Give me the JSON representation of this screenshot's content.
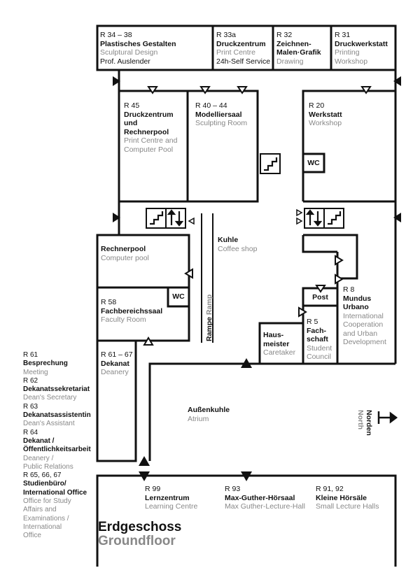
{
  "title": {
    "de": "Erdgeschoss",
    "en": "Groundfloor"
  },
  "north": {
    "de": "Norden",
    "en": "North"
  },
  "ramp": {
    "de": "Rampe",
    "en": "Ramp"
  },
  "wc": "WC",
  "post": "Post",
  "rooms": {
    "r3438": {
      "n": "R 34 – 38",
      "de": "Plastisches Gestalten",
      "en": "Sculptural Design",
      "ex": "Prof. Auslender"
    },
    "r33a": {
      "n": "R 33a",
      "de": "Druckzentrum",
      "en": "Print Centre",
      "ex": "24h-Self Service"
    },
    "r32": {
      "n": "R 32",
      "de1": "Zeichnen-",
      "de2": "Malen·Grafik",
      "en": "Drawing"
    },
    "r31": {
      "n": "R 31",
      "de": "Druckwerkstatt",
      "en1": "Printing",
      "en2": "Workshop"
    },
    "r45": {
      "n": "R 45",
      "de1": "Druckzentrum",
      "de2": "und",
      "de3": "Rechnerpool",
      "en1": "Print Centre and",
      "en2": "Computer Pool"
    },
    "r4044": {
      "n": "R 40 – 44",
      "de": "Modelliersaal",
      "en": "Sculpting Room"
    },
    "r20": {
      "n": "R 20",
      "de": "Werkstatt",
      "en": "Workshop"
    },
    "rechnerpool": {
      "de": "Rechnerpool",
      "en": "Computer pool"
    },
    "kuhle": {
      "de": "Kuhle",
      "en": "Coffee shop"
    },
    "r58": {
      "n": "R 58",
      "de": "Fachbereichssaal",
      "en": "Faculty Room"
    },
    "r6167": {
      "n": "R 61 – 67",
      "de": "Dekanat",
      "en": "Deanery"
    },
    "r8": {
      "n": "R 8",
      "de1": "Mundus",
      "de2": "Urbano",
      "en1": "International",
      "en2": "Cooperation",
      "en3": "and Urban",
      "en4": "Development"
    },
    "r5": {
      "n": "R 5",
      "de1": "Fach-",
      "de2": "schaft",
      "en1": "Student",
      "en2": "Council"
    },
    "hausmeister": {
      "de1": "Haus-",
      "de2": "meister",
      "en": "Caretaker"
    },
    "aussenkuhle": {
      "de": "Außenkuhle",
      "en": "Atrium"
    },
    "r99": {
      "n": "R 99",
      "de": "Lernzentrum",
      "en": "Learning Centre"
    },
    "r93": {
      "n": "R 93",
      "de": "Max-Guther-Hörsaal",
      "en": "Max Guther-Lecture-Hall"
    },
    "r9192": {
      "n": "R 91, 92",
      "de": "Kleine Hörsäle",
      "en": "Small Lecture Halls"
    }
  },
  "legend": [
    {
      "n": "R 61",
      "de": "Besprechung",
      "en": "Meeting"
    },
    {
      "n": "R 62",
      "de": "Dekanatssekretariat",
      "en": "Dean's Secretary"
    },
    {
      "n": "R 63",
      "de": "Dekanatsassistentin",
      "en": "Dean's Assistant"
    },
    {
      "n": "R 64",
      "de": "Dekanat /",
      "de2": "Öffentlichkeitsarbeit",
      "en": "Deanery /",
      "en2": "Public Relations"
    },
    {
      "n": "R 65, 66, 67",
      "de": "Studienbüro/",
      "de2": "International Office",
      "en": "Office for Study",
      "en2": "Affairs and",
      "en3": "Examinations /",
      "en4": "International",
      "en5": "Office"
    }
  ]
}
